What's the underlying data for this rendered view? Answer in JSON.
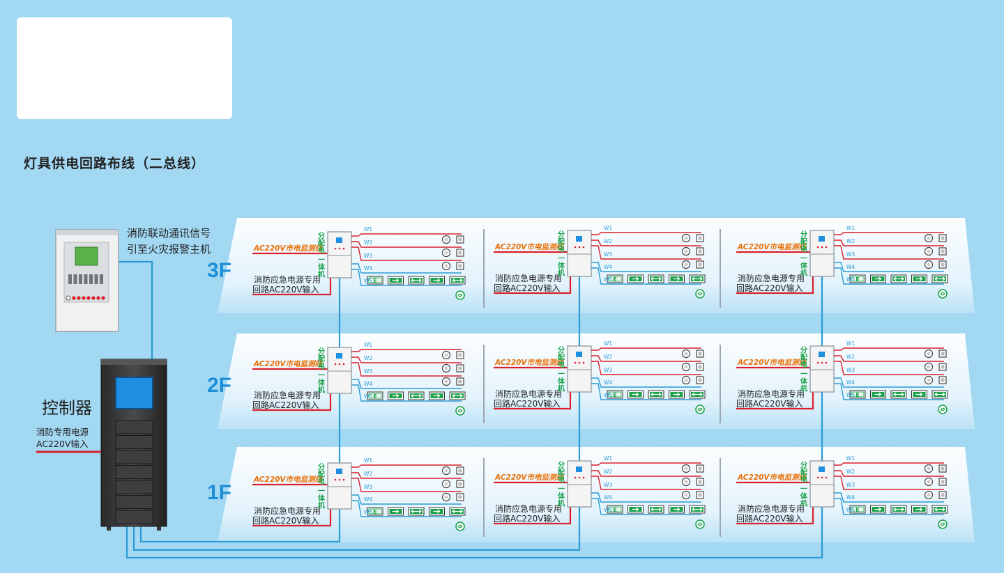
{
  "page_title": "灯具供电回路布线（二总线）",
  "controller": {
    "title": "控制器",
    "input_line1": "消防专用电源",
    "input_line2": "AC220V输入"
  },
  "alarm_panel": {
    "note_line1": "消防联动通讯信号",
    "note_line2": "引至火灾报警主机"
  },
  "floors": [
    "3F",
    "2F",
    "1F"
  ],
  "unit": {
    "mains_label": "AC220V市电监测线",
    "name_chars": [
      "分",
      "配",
      "电",
      "一",
      "体",
      "机"
    ],
    "power_line1": "消防应急电源专用",
    "power_line2": "回路AC220V输入",
    "loops": [
      "W1",
      "W2",
      "W3",
      "W4",
      "W5"
    ],
    "exit_sign_text": "E"
  },
  "colors": {
    "background": "#a3d8f3",
    "floor_label": "#1d8ed8",
    "bus_line": "#2a9bd5",
    "power_line": "#d9202c",
    "mains_label": "#e8720c",
    "unit_name": "#1aa14a",
    "sign_green": "#1aa14a"
  },
  "icons": [
    "smoke-detector-icon",
    "lamp-icon",
    "exit-sign-icon",
    "arrow-sign-icon",
    "double-arrow-sign-icon",
    "evacuation-icon"
  ]
}
